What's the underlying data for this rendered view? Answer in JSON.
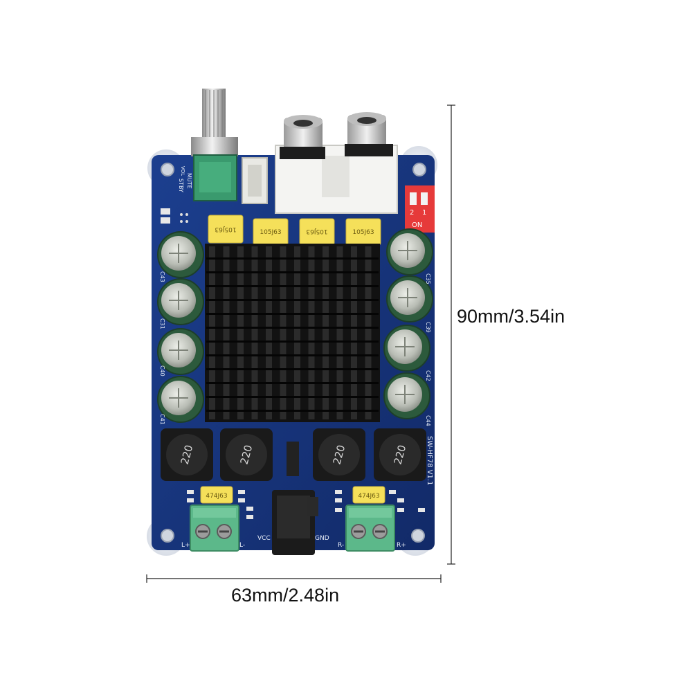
{
  "dimensions": {
    "height_label": "90mm/3.54in",
    "width_label": "63mm/2.48in"
  },
  "board": {
    "model_label": "SW-HF78 V1.1",
    "cap_top": [
      "105J63",
      "105J63",
      "105J63",
      "105J63"
    ],
    "cap_bottom": [
      "474J63",
      "474J63"
    ],
    "inductor_labels": [
      "220",
      "220",
      "220",
      "220"
    ],
    "dip_on_label": "ON",
    "dip_numbers": [
      "1",
      "2"
    ],
    "pin_labels": {
      "vcc": "VCC",
      "gnd": "GND",
      "l_plus": "L+",
      "l_minus": "L-",
      "r_minus": "R-",
      "r_plus": "R+",
      "mute": "MUTE",
      "stby": "STBY",
      "vol": "VOL"
    },
    "cap_left_labels": [
      "C43",
      "C31",
      "C40",
      "C41"
    ],
    "cap_right_labels": [
      "C35",
      "C39",
      "C42",
      "C44"
    ]
  },
  "colors": {
    "pcb": "#17357d",
    "heatsink": "#121212",
    "capacitor": "#2c5a3c",
    "film_cap": "#f5e05a",
    "terminal": "#5cb88a",
    "dip_switch": "#e63a3a",
    "pot_body": "#3a9a6e"
  }
}
